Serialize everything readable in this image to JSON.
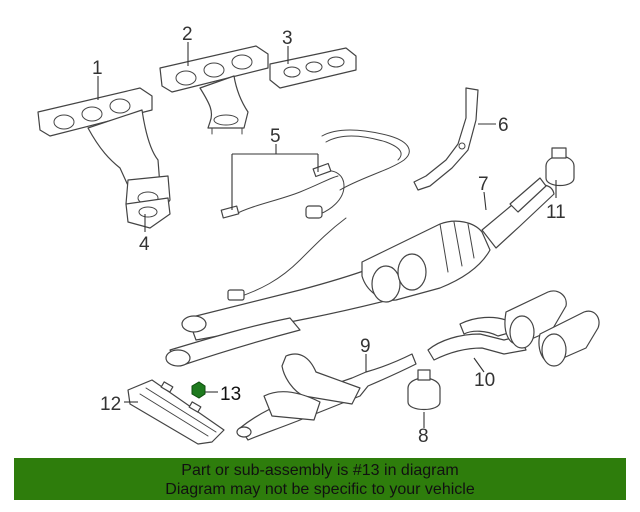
{
  "diagram": {
    "callouts": [
      {
        "id": "1",
        "label": "1"
      },
      {
        "id": "2",
        "label": "2"
      },
      {
        "id": "3",
        "label": "3"
      },
      {
        "id": "4",
        "label": "4"
      },
      {
        "id": "5",
        "label": "5"
      },
      {
        "id": "6",
        "label": "6"
      },
      {
        "id": "7",
        "label": "7"
      },
      {
        "id": "8",
        "label": "8"
      },
      {
        "id": "9",
        "label": "9"
      },
      {
        "id": "10",
        "label": "10"
      },
      {
        "id": "11",
        "label": "11"
      },
      {
        "id": "12",
        "label": "12"
      },
      {
        "id": "13",
        "label": "13"
      }
    ],
    "highlight_color": "#1e7a1e"
  },
  "banner": {
    "line1": "Part or sub-assembly is #13 in diagram",
    "line2": "Diagram may not be specific to your vehicle",
    "background": "#2e7d0c"
  }
}
